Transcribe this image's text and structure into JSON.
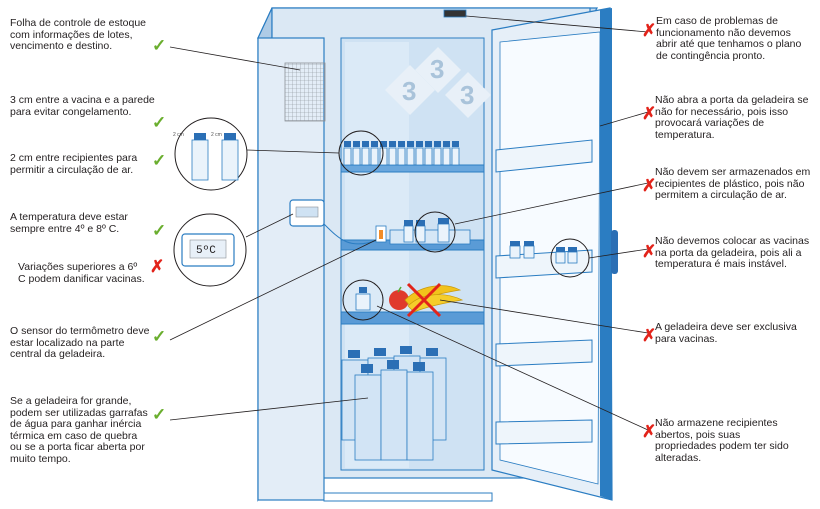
{
  "logo_text": "3",
  "display_text": "5ºC",
  "scale_labels": [
    "2 cm",
    "2 cm"
  ],
  "colors": {
    "check": "#6aae2e",
    "cross": "#e2231a",
    "fridge_body": "#dbe8f4",
    "fridge_edge": "#2b7dc2",
    "shelf": "#5a9bd6"
  },
  "left_notes": [
    {
      "text": "Folha de controle de estoque com informações de lotes, vencimento e destino.",
      "mark": "check"
    },
    {
      "text": "3 cm entre a vacina e a parede para evitar congelamento.",
      "mark": "check"
    },
    {
      "text": "2 cm entre recipientes para permitir a circulação de ar.",
      "mark": "check"
    },
    {
      "text": "A temperatura deve estar sempre entre 4º e 8º C.",
      "mark": "check"
    },
    {
      "text": "Variações superiores a 6º C podem danificar vacinas.",
      "mark": "cross"
    },
    {
      "text": "O sensor do termômetro deve estar localizado na parte central da geladeira.",
      "mark": "check"
    },
    {
      "text": "Se a geladeira for grande, podem ser utilizadas garrafas de água para ganhar inércia térmica em caso de quebra ou se a porta ficar aberta por muito tempo.",
      "mark": "check"
    }
  ],
  "right_notes": [
    {
      "text": "Em caso de problemas de funcionamento não devemos abrir até que tenhamos o plano de contingência pronto.",
      "mark": "cross"
    },
    {
      "text": "Não abra a porta da geladeira se não for necessário, pois isso provocará variações de temperatura.",
      "mark": "cross"
    },
    {
      "text": "Não devem ser armazenados em recipientes de plástico, pois não permitem a circulação de ar.",
      "mark": "cross"
    },
    {
      "text": "Não devemos colocar as vacinas na porta da geladeira, pois ali a temperatura é mais instável.",
      "mark": "cross"
    },
    {
      "text": "A geladeira deve ser exclusiva para vacinas.",
      "mark": "cross"
    },
    {
      "text": "Não armazene recipientes abertos, pois suas propriedades podem ter sido alteradas.",
      "mark": "cross"
    }
  ],
  "icons": {
    "check": "check-mark-icon",
    "cross": "cross-mark-icon"
  }
}
